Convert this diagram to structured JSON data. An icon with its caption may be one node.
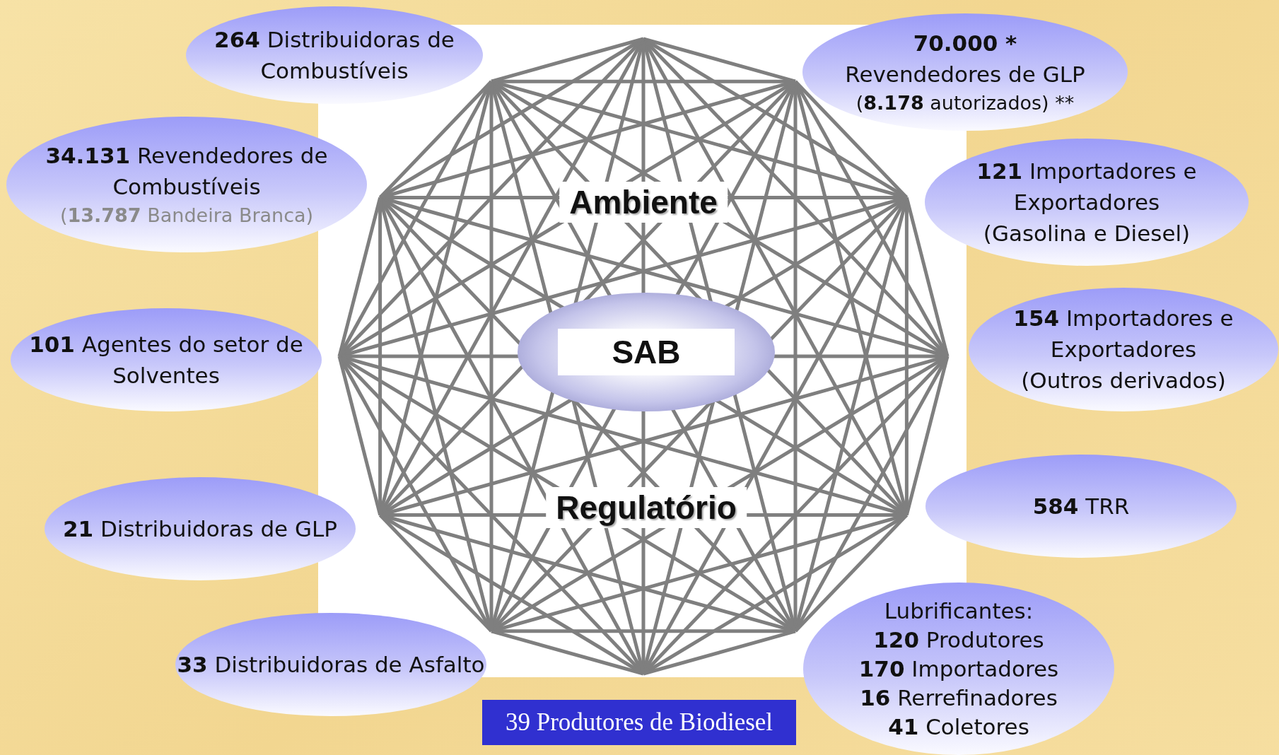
{
  "diagram": {
    "nodes": [
      {
        "text": [
          "**264** Distribuidoras de Combustíveis"
        ]
      },
      {
        "text": [
          "**70.000** *",
          "Revendedores de GLP",
          "(**8.178** autorizados) **"
        ]
      },
      {
        "text": [
          "**34.131** Revendedores de Combustíveis",
          "(**13.787** Bandeira Branca)"
        ]
      },
      {
        "text": [
          "**121** Importadores e Exportadores",
          "(Gasolina e Diesel)"
        ]
      },
      {
        "text": [
          "**101** Agentes do setor de Solventes"
        ]
      },
      {
        "text": [
          "SAB"
        ]
      },
      {
        "text": [
          "**154** Importadores e Exportadores",
          "(Outros derivados)"
        ]
      },
      {
        "text": [
          "**21** Distribuidoras de GLP"
        ]
      },
      {
        "text": [
          "**584** TRR"
        ]
      },
      {
        "text": [
          "**33** Distribuidoras de Asfalto"
        ]
      },
      {
        "text": [
          "Lubrificantes:",
          "**120** Produtores",
          "**170** Importadores",
          "**16** Rerrefinadores",
          "**41** Coletores"
        ]
      },
      {
        "text": [
          "39 Produtores de Biodiesel"
        ]
      }
    ],
    "labels": [
      "Ambiente",
      "Regulatório"
    ]
  }
}
